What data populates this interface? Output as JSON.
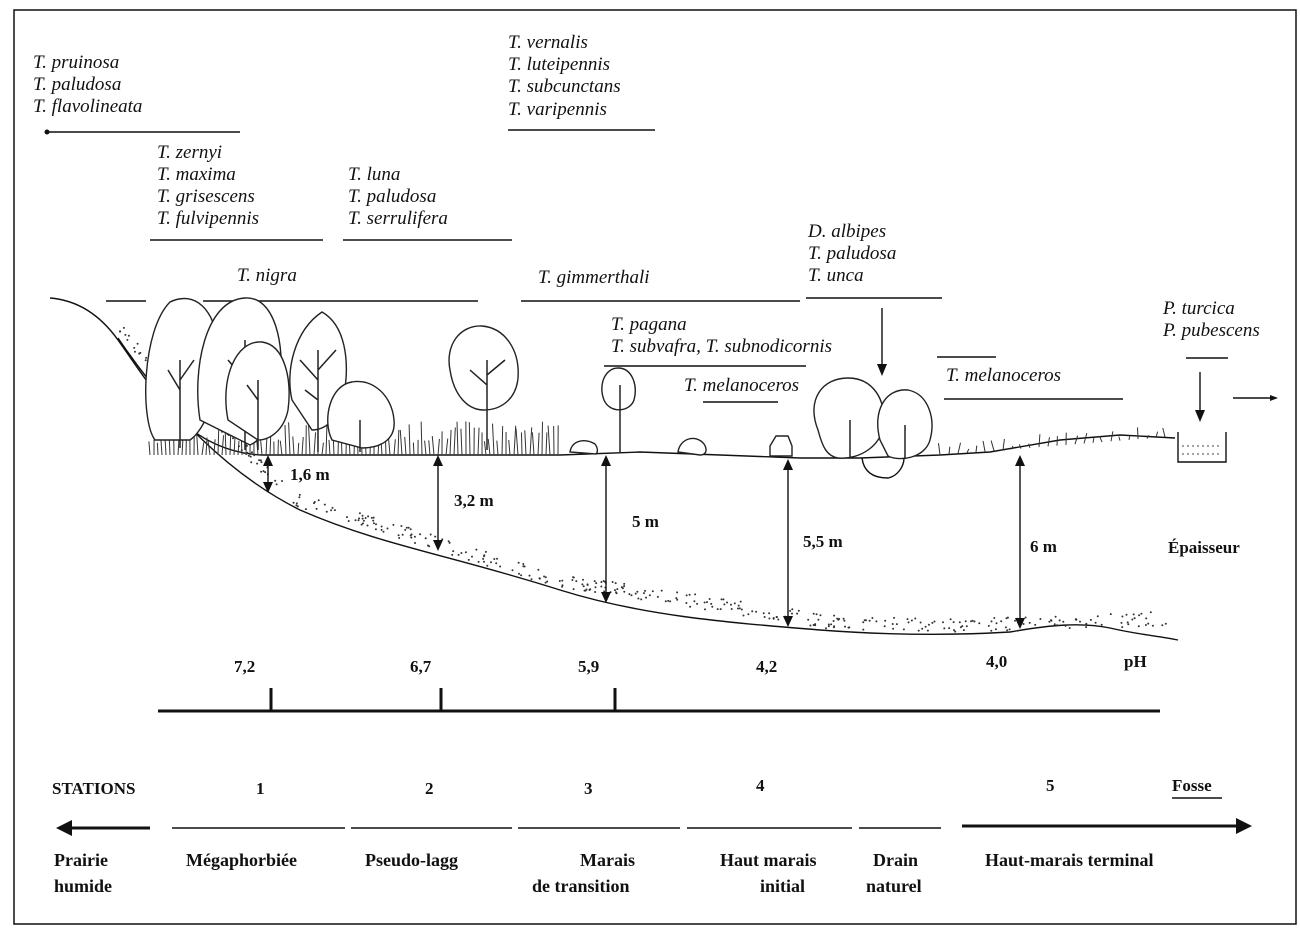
{
  "species_groups": [
    {
      "lines": [
        "T. pruinosa",
        "T. paludosa",
        "T. flavolineata"
      ]
    },
    {
      "lines": [
        "T. vernalis",
        "T. luteipennis",
        "T. subcunctans",
        "T. varipennis"
      ]
    },
    {
      "lines": [
        "T. zernyi",
        "T. maxima",
        "T. grisescens",
        "T. fulvipennis"
      ]
    },
    {
      "lines": [
        "T. luna",
        "T. paludosa",
        "T. serrulifera"
      ]
    },
    {
      "lines": [
        "D. albipes",
        "T. paludosa",
        "T. unca"
      ]
    },
    {
      "lines": [
        "T. nigra"
      ]
    },
    {
      "lines": [
        "T. gimmerthali"
      ]
    },
    {
      "lines": [
        "T. pagana",
        "T. subvafra,  T. subnodicornis"
      ]
    },
    {
      "lines": [
        "P. turcica",
        "P. pubescens"
      ]
    },
    {
      "lines": [
        "T. melanoceros"
      ]
    },
    {
      "lines": [
        "T. melanoceros"
      ]
    }
  ],
  "thickness_values": [
    "1,6 m",
    "3,2 m",
    "5 m",
    "5,5 m",
    "6 m"
  ],
  "thickness_label": "Épaisseur",
  "ph_values": [
    "7,2",
    "6,7",
    "5,9",
    "4,2",
    "4,0"
  ],
  "ph_label": "pH",
  "stations_label": "STATIONS",
  "stations": [
    "1",
    "2",
    "3",
    "4",
    "5"
  ],
  "fosse_label": "Fosse",
  "zones": [
    {
      "lines": [
        "Prairie",
        "humide"
      ]
    },
    {
      "lines": [
        "Mégaphorbiée"
      ]
    },
    {
      "lines": [
        "Pseudo-lagg"
      ]
    },
    {
      "lines": [
        "Marais",
        "de transition"
      ]
    },
    {
      "lines": [
        "Haut marais",
        "initial"
      ]
    },
    {
      "lines": [
        "Drain",
        "naturel"
      ]
    },
    {
      "lines": [
        "Haut-marais terminal"
      ]
    }
  ]
}
